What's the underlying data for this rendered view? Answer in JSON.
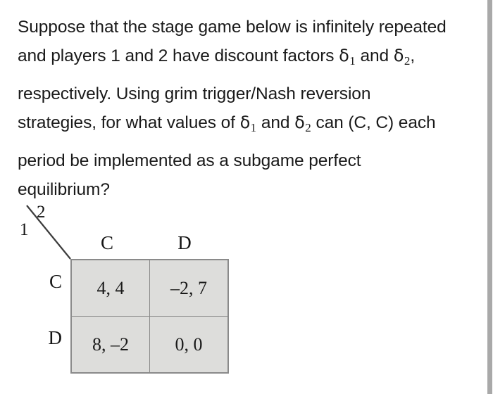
{
  "question": {
    "lines": [
      {
        "id": "line1",
        "segments": [
          {
            "type": "text",
            "value": "Suppose that the stage game below is infinitely repeated"
          }
        ]
      },
      {
        "id": "line2",
        "segments": [
          {
            "type": "text",
            "value": "and players 1 and 2 have discount factors "
          },
          {
            "type": "var",
            "value": "δ",
            "sub": "1"
          },
          {
            "type": "text",
            "value": " and "
          },
          {
            "type": "var",
            "value": "δ",
            "sub": "2"
          },
          {
            "type": "text",
            "value": ","
          }
        ]
      },
      {
        "id": "line3",
        "segments": [
          {
            "type": "text",
            "value": "respectively. Using grim trigger/Nash reversion"
          }
        ]
      },
      {
        "id": "line4",
        "segments": [
          {
            "type": "text",
            "value": "strategies, for what values of "
          },
          {
            "type": "var",
            "value": "δ",
            "sub": "1"
          },
          {
            "type": "text",
            "value": " and "
          },
          {
            "type": "var",
            "value": "δ",
            "sub": "2"
          },
          {
            "type": "text",
            "value": " can (C, C) each"
          }
        ]
      },
      {
        "id": "line5",
        "segments": [
          {
            "type": "text",
            "value": "period be implemented as a subgame perfect"
          }
        ]
      },
      {
        "id": "line6",
        "segments": [
          {
            "type": "text",
            "value": "equilibrium?"
          }
        ]
      }
    ],
    "full_text": "Suppose that the stage game below is infinitely repeated and players 1 and 2 have discount factors δ1 and δ2, respectively. Using grim trigger/Nash reversion strategies, for what values of δ1 and δ2 can (C, C) each period be implemented as a subgame perfect equilibrium?"
  },
  "matrix": {
    "row_player_label": "1",
    "col_player_label": "2",
    "column_headers": [
      "C",
      "D"
    ],
    "row_headers": [
      "C",
      "D"
    ],
    "cells": [
      [
        "4, 4",
        "–2, 7"
      ],
      [
        "8, –2",
        "0, 0"
      ]
    ],
    "cell_fill": "#dddddb",
    "border_color": "#8a8a8a",
    "payoffs": {
      "CC": {
        "p1": 4,
        "p2": 4
      },
      "CD": {
        "p1": -2,
        "p2": 7
      },
      "DC": {
        "p1": 8,
        "p2": -2
      },
      "DD": {
        "p1": 0,
        "p2": 0
      }
    }
  },
  "scrollbar": {
    "thumb_color": "#a9a9a9"
  }
}
